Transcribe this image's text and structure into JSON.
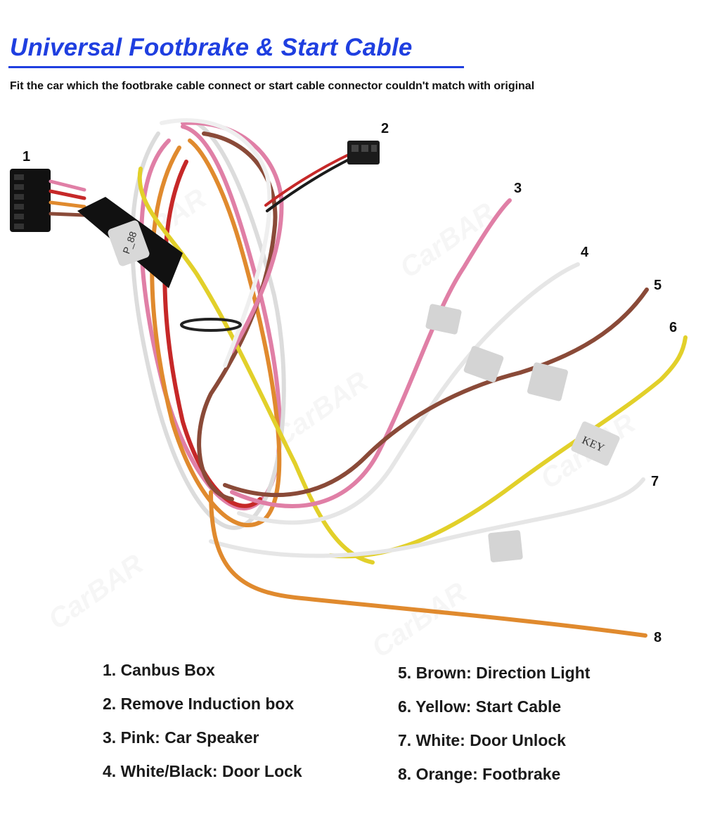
{
  "header": {
    "title": "Universal Footbrake & Start Cable",
    "subtitle": "Fit the car which the footbrake cable connect or start cable connector couldn't match with original"
  },
  "callouts": [
    "1",
    "2",
    "3",
    "4",
    "5",
    "6",
    "7",
    "8"
  ],
  "wire_tags": {
    "connector_tag": "P_88",
    "key_tag": "KEY"
  },
  "legend": {
    "left": [
      "1. Canbus Box",
      "2. Remove Induction box",
      "3. Pink: Car Speaker",
      "4. White/Black: Door Lock"
    ],
    "right": [
      "5. Brown: Direction Light",
      "6. Yellow: Start Cable",
      "7. White: Door Unlock",
      "8. Orange: Footbrake"
    ]
  },
  "wire_colors": {
    "pink": "#e07fa6",
    "white": "#e9e9e9",
    "brown": "#8a4a38",
    "yellow": "#e2d02a",
    "orange": "#e08a2e",
    "red": "#c62828",
    "black": "#1b1b1b",
    "title_blue": "#1f3fe0"
  },
  "watermark": "CarBAR"
}
